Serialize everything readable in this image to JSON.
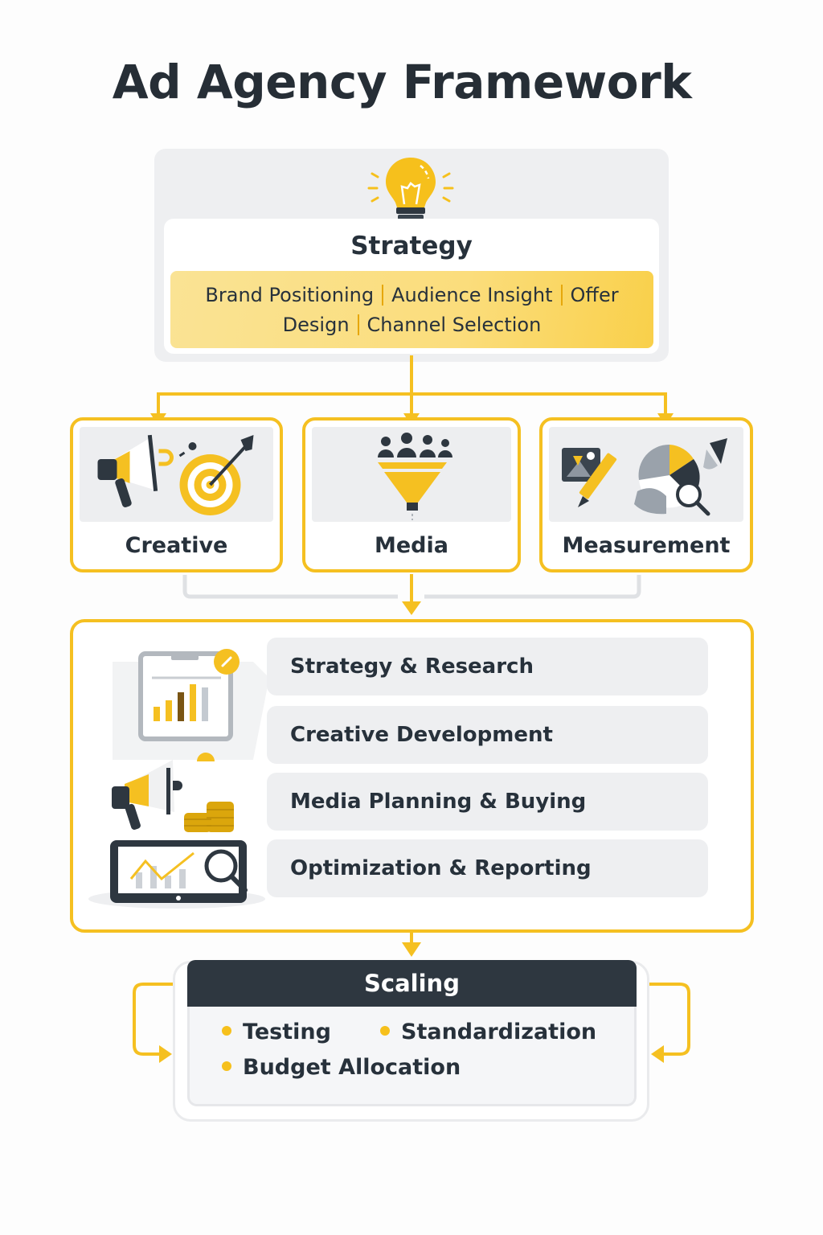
{
  "title": "Ad Agency Framework",
  "colors": {
    "accent": "#f5c021",
    "dark": "#2e3740",
    "panel": "#eeeff1",
    "text": "#27313b"
  },
  "strategy": {
    "icon": "lightbulb-icon",
    "title": "Strategy",
    "items": [
      "Brand Positioning",
      "Audience Insight",
      "Offer Design",
      "Channel Selection"
    ]
  },
  "pillars": [
    {
      "label": "Creative",
      "icon": "megaphone-target-icon"
    },
    {
      "label": "Media",
      "icon": "audience-funnel-icon"
    },
    {
      "label": "Measurement",
      "icon": "analytics-charts-icon"
    }
  ],
  "process": {
    "steps": [
      "Strategy & Research",
      "Creative Development",
      "Media Planning & Buying",
      "Optimization & Reporting"
    ],
    "icons": [
      "clipboard-chart-icon",
      "megaphone-coins-icon",
      "monitor-magnifier-icon"
    ]
  },
  "scaling": {
    "title": "Scaling",
    "bullets": [
      "Testing",
      "Standardization",
      "Budget Allocation"
    ]
  }
}
